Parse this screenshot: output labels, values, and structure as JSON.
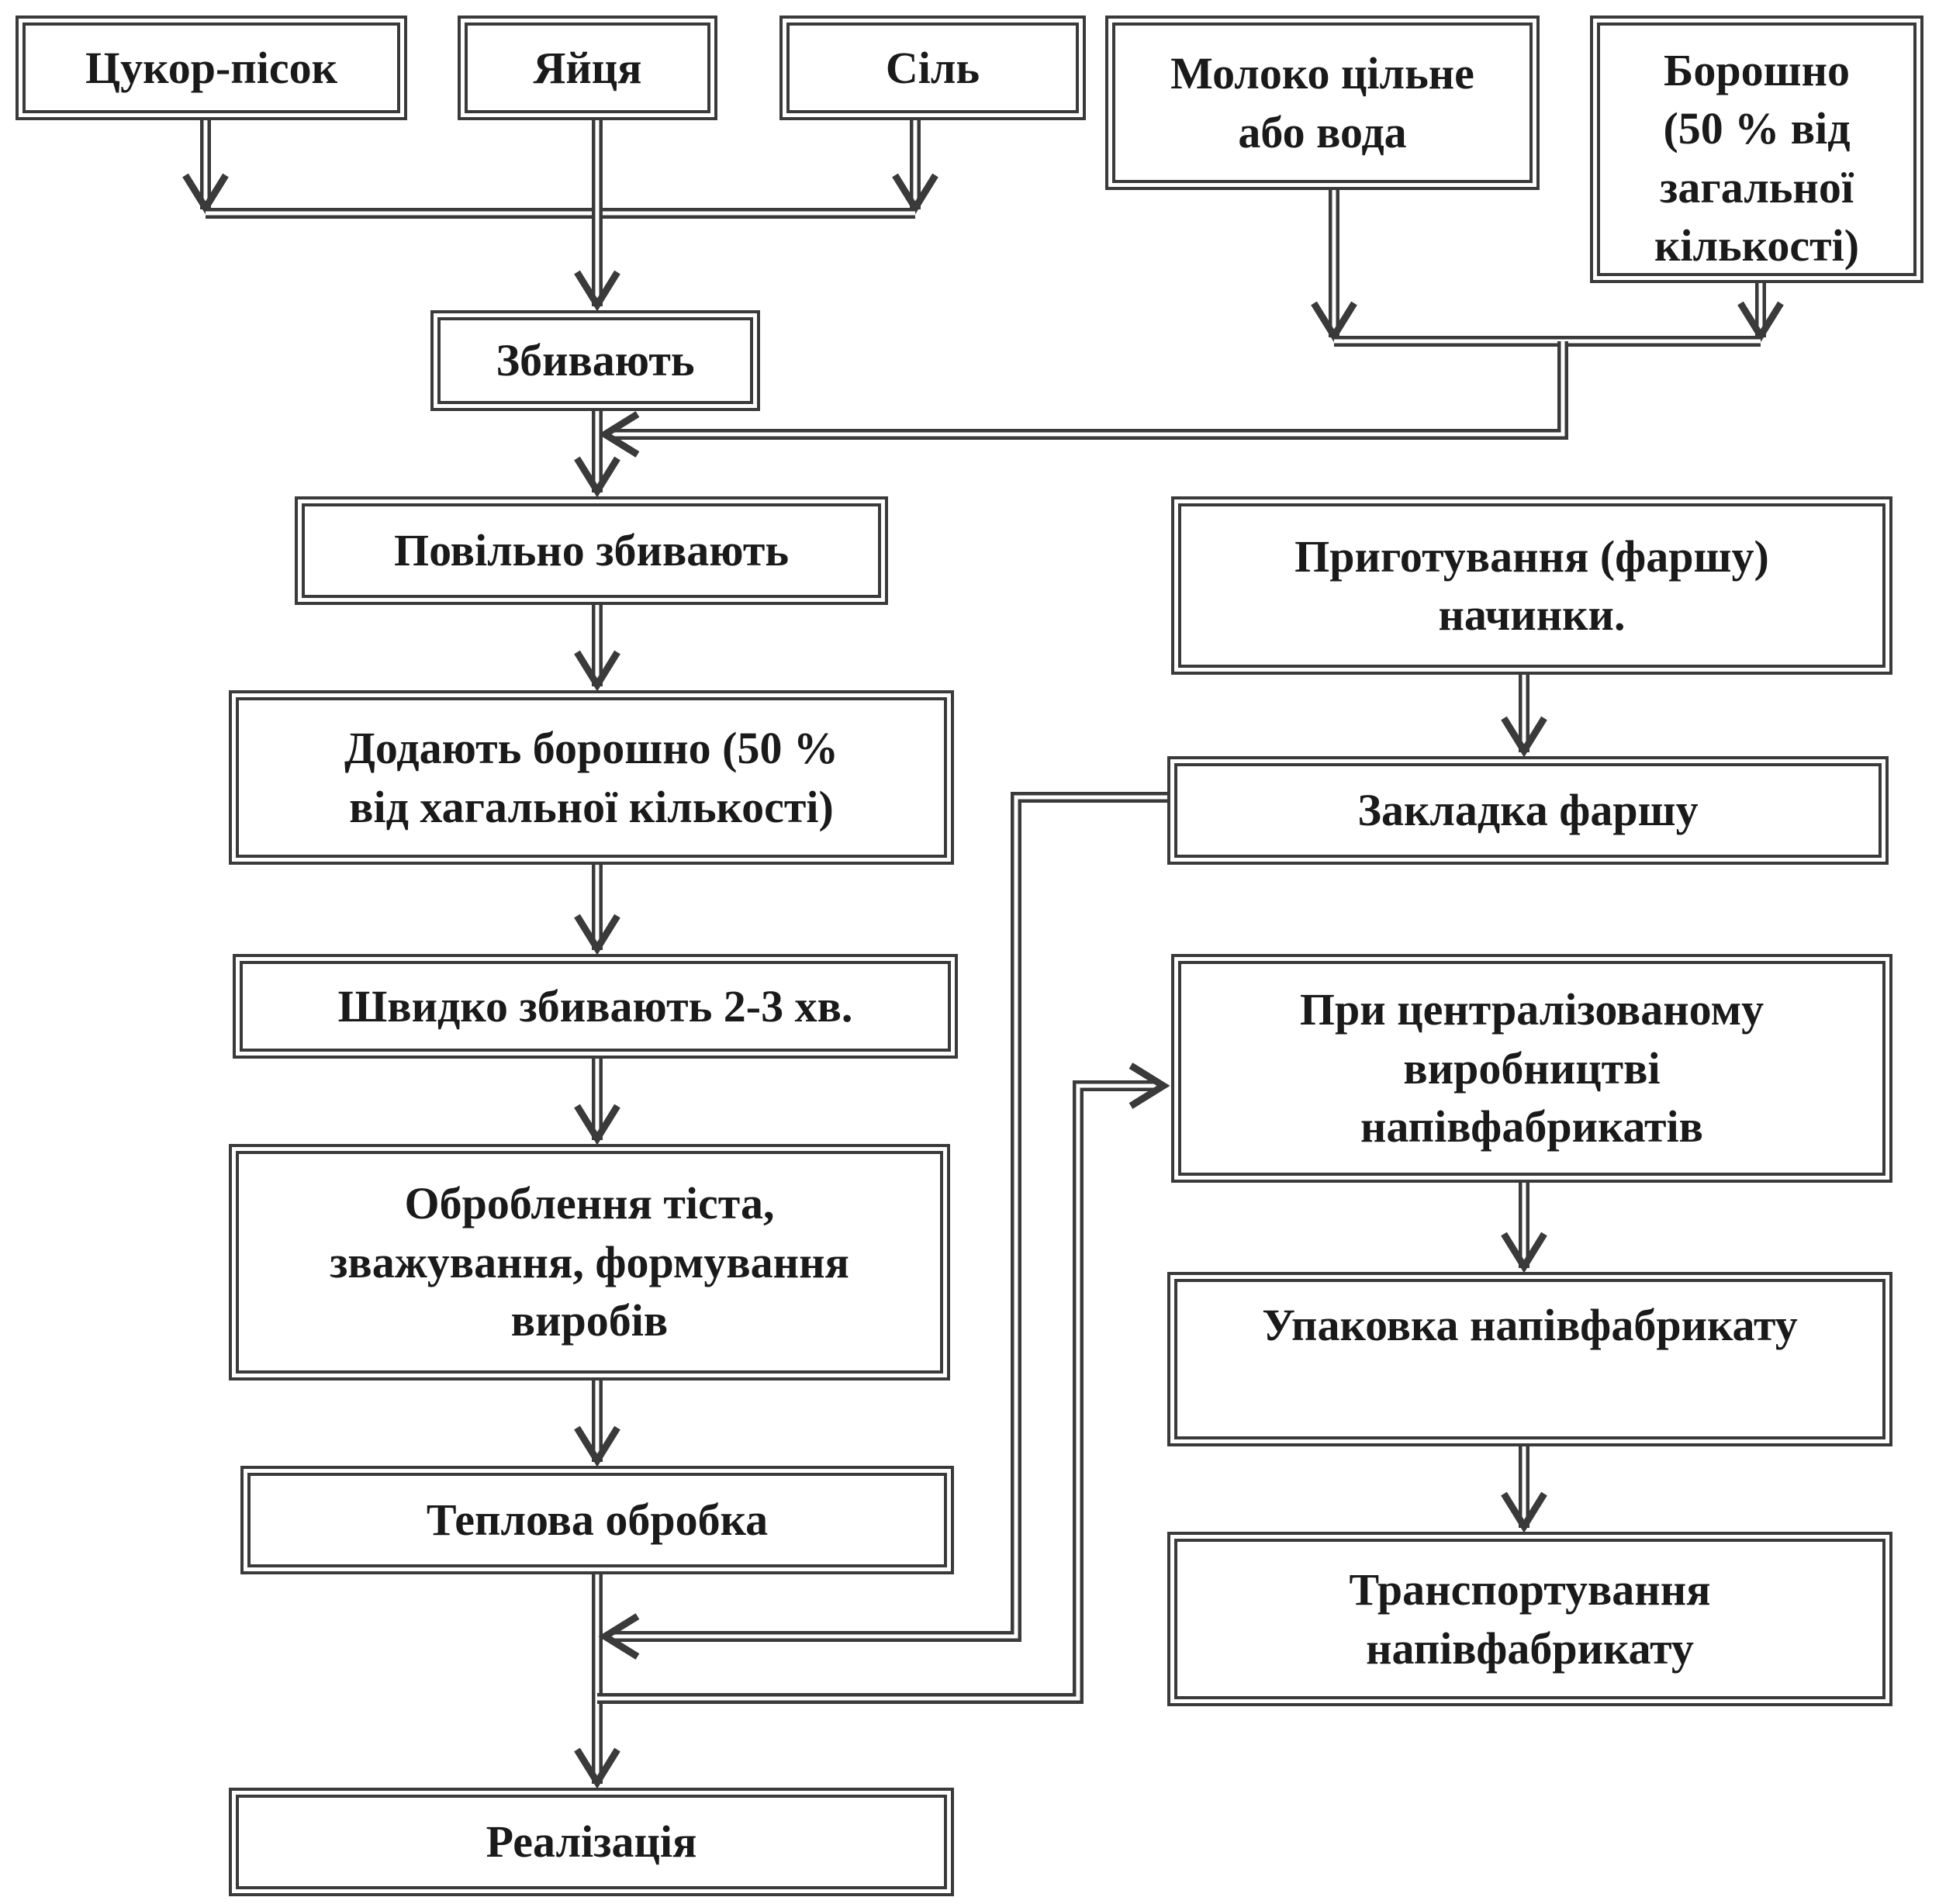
{
  "boxes": {
    "sugar": "Цукор-пісок",
    "eggs": "Яйця",
    "salt": "Сіль",
    "milk": "Молоко цільне\nабо вода",
    "flour_first": "Борошно\n(50 % від\nзагальної\nкількості)",
    "whip": "Збивають",
    "slow_whip": "Повільно збивають",
    "add_flour": "Додають борошно (50  %\nвід хагальної кількості)",
    "fast_whip": "Швидко збивають 2-3 хв.",
    "processing": "Оброблення тіста,\nзважування, формування\nвиробів",
    "heat": "Теплова обробка",
    "sale": "Реалізація",
    "filling_prep": "Приготування (фаршу)\nначинки.",
    "filling_insert": "Закладка фаршу",
    "centralized": "При централізованому\nвиробництві\nнапівфабрикатів",
    "packing": "Упаковка напівфабрикату",
    "transport": "Транспортування\nнапівфабрикату"
  },
  "colors": {
    "line": "#3a3a3a",
    "text": "#1a1a1a",
    "background": "#ffffff"
  }
}
